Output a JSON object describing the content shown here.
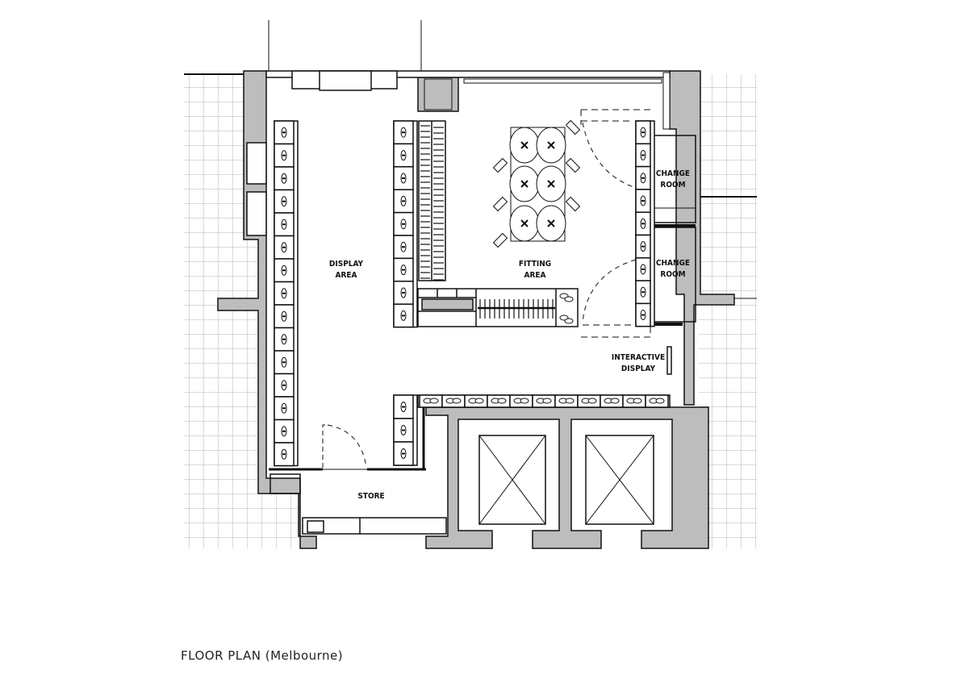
{
  "plan": {
    "caption": "FLOOR PLAN (Melbourne)",
    "rooms": {
      "display_area": [
        "DISPLAY",
        "AREA"
      ],
      "fitting_area": [
        "FITTING",
        "AREA"
      ],
      "change_room_1": [
        "CHANGE",
        "ROOM"
      ],
      "change_room_2": [
        "CHANGE",
        "ROOM"
      ],
      "interactive_display": [
        "INTERACTIVE",
        "DISPLAY"
      ],
      "store": "STORE"
    }
  },
  "colors": {
    "wall": "#bdbdbd",
    "grid": "#b5b5b5",
    "line": "#111111"
  }
}
